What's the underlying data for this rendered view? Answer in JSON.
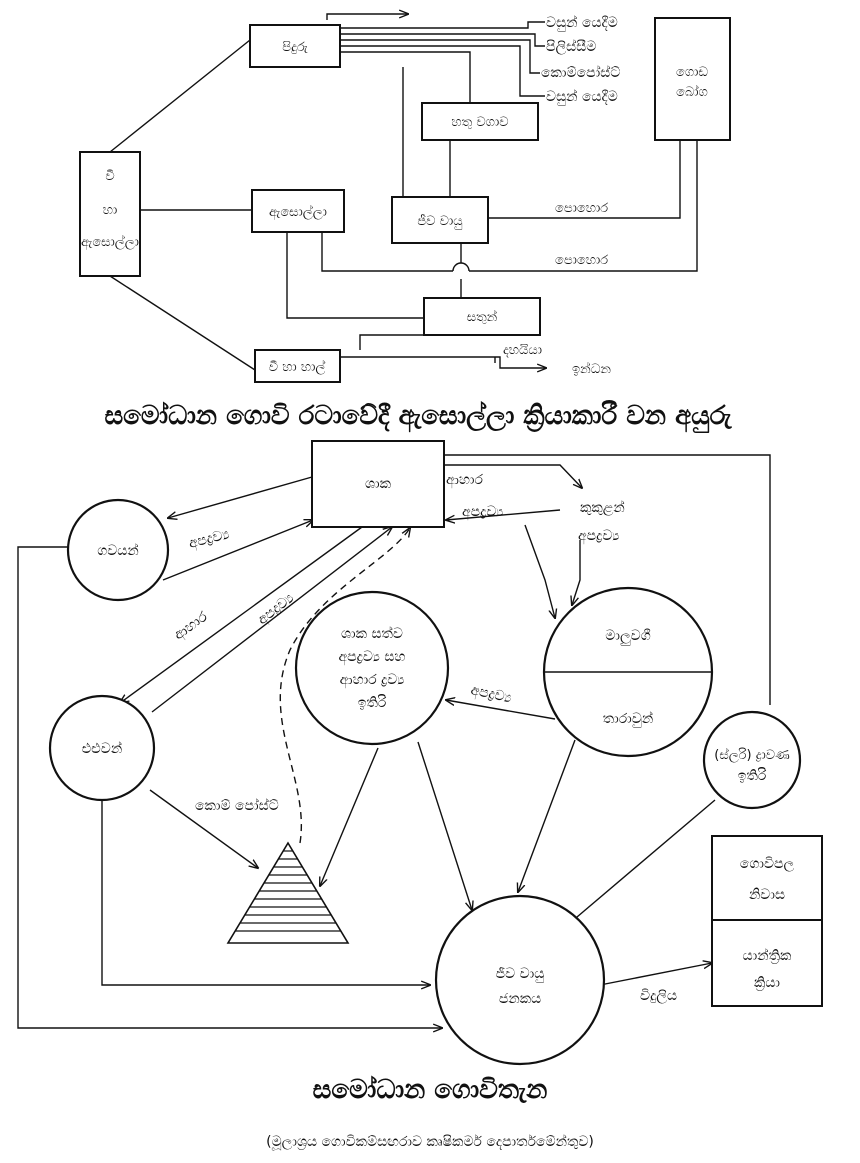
{
  "diagram1": {
    "title": "සමෝධාන ගොවි රටාවේදී ඇසොල්ලා ක්‍රියාකාරී වන අයුරු",
    "nodes": {
      "pidaru": "පිදුරු",
      "vi_ha_asolla_1": "වී",
      "vi_ha_asolla_2": "හා",
      "vi_ha_asolla_3": "ඇසොල්ලා",
      "asolla": "ඇසොල්ලා",
      "hathu": "හතු වගාව",
      "jeeva": "ජීව වායු",
      "sathun": "සතුන්",
      "vi_ha_hal": "වී හා හාල්",
      "goda_1": "ගොඩ",
      "goda_2": "බෝග"
    },
    "labels": {
      "wasun1": "වසුන් යෙදීම",
      "pilis": "පිලිස්සීම",
      "kompost": "කොම්පෝස්ට්",
      "wasun2": "වසුන් යෙදීම",
      "pohora1": "පොහොර",
      "pohora2": "පොහොර",
      "dahaiya": "දහයියා",
      "indana": "ඉන්ධන"
    }
  },
  "diagram2": {
    "title": "සමෝධාන ගොවිතැන",
    "source": "(මූලාශ්‍රය ගොවිකම්සඟරාව කෘෂිකර්ම දෙපාර්තමේන්තුව)",
    "nodes": {
      "shaka": "ශාක",
      "gawayan": "ගවයන්",
      "elwan": "එළුවන්",
      "malu": "මාලුවගී",
      "tharawun": "තාරාවුන්",
      "shaka_1": "ශාක සත්ව",
      "shaka_2": "අපද්‍රව්‍ය සහ",
      "shaka_3": "ආහාර ද්‍රව්‍ය",
      "shaka_4": "ඉතිරි",
      "slari_1": "(ස්ලරි) ද්‍රාවණ",
      "slari_2": "ඉතිරි",
      "jeeva_1": "ජීව වායු",
      "jeeva_2": "ජනකය",
      "gopala_1": "ගොවිපල",
      "gopala_2": "නිවාස",
      "yanthrika_1": "යාන්ත්‍රික",
      "yanthrika_2": "ක්‍රියා"
    },
    "labels": {
      "ahara1": "ආහාර",
      "kukulan1": "කුකුළන්",
      "kukulan2": "අපද්‍රව්‍ය",
      "apadravya1": "අපද්‍රව්‍ය",
      "apadravya2": "අපද්‍රව්‍ය",
      "ahara2": "ආහාර",
      "apadravya3": "අපද්‍රව්‍ය",
      "apadravya4": "අපද්‍රව්‍ය",
      "kompost": "කොම් පෝස්ට්",
      "viduliya": "විදුලිය"
    }
  }
}
